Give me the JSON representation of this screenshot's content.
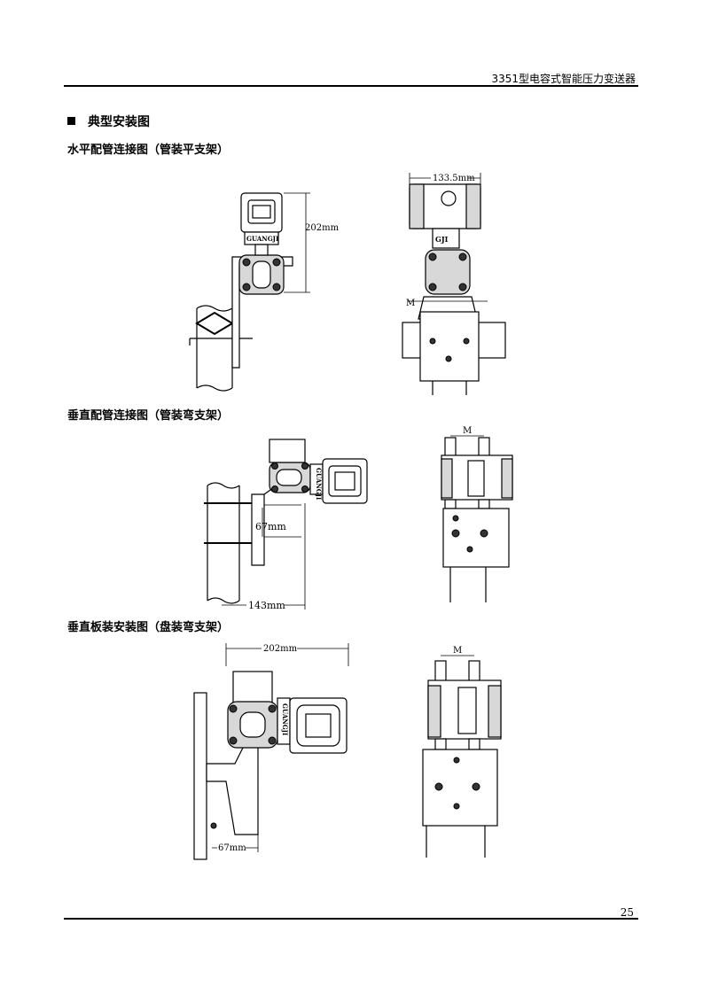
{
  "header": {
    "title": "3351型电容式智能压力变送器"
  },
  "section": {
    "title": "典型安装图"
  },
  "subsections": [
    {
      "title": "水平配管连接图（管装平支架）"
    },
    {
      "title": "垂直配管连接图（管装弯支架）"
    },
    {
      "title": "垂直板装安装图（盘装弯支架）"
    }
  ],
  "figures": {
    "fig1": {
      "dim_height": "202mm",
      "brand": "GUANGJI"
    },
    "fig2": {
      "dim_width": "133.5mm",
      "brand": "GJI",
      "dim_m": "M"
    },
    "fig3": {
      "dim_offset": "67mm",
      "dim_width": "143mm",
      "brand": "GUANGJI"
    },
    "fig4": {
      "dim_m": "M"
    },
    "fig5": {
      "dim_width": "202mm",
      "dim_offset": "67mm",
      "brand": "GUANGJI"
    },
    "fig6": {
      "dim_m": "M"
    }
  },
  "footer": {
    "page_number": "25"
  }
}
